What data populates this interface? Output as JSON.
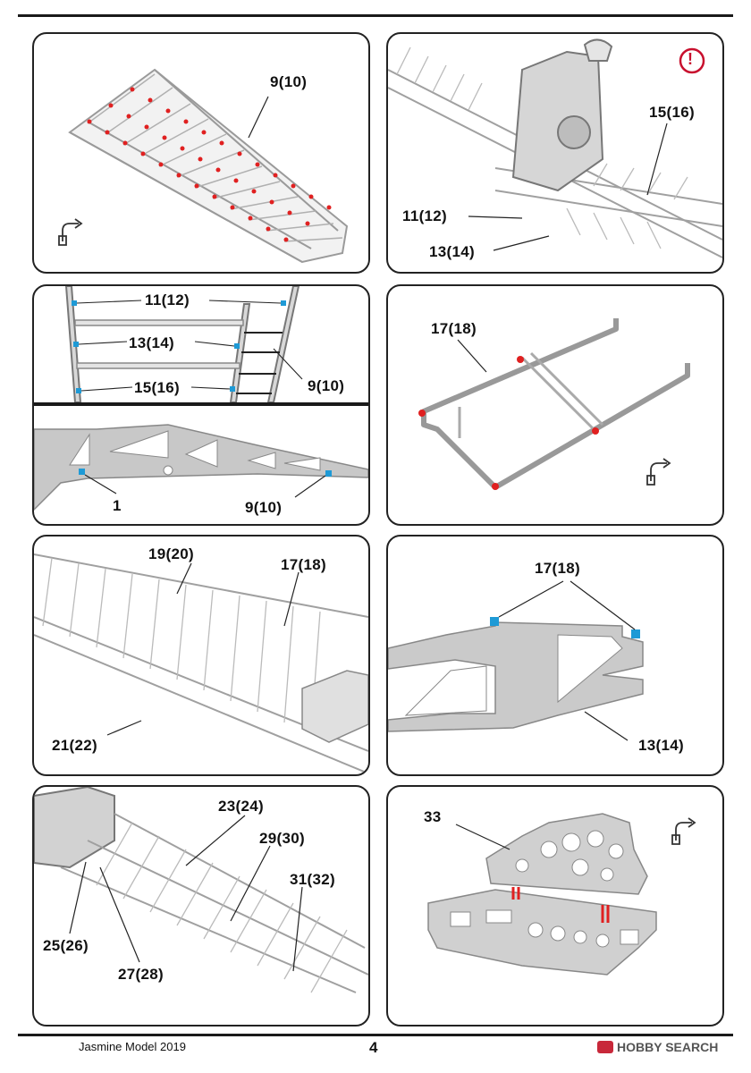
{
  "footer": {
    "left_text": "Jasmine Model 2019",
    "page_number": "4",
    "brand": "HOBBY SEARCH"
  },
  "panels": [
    {
      "id": "p1",
      "labels": [
        "9(10)"
      ]
    },
    {
      "id": "p2",
      "labels": [
        "15(16)",
        "11(12)",
        "13(14)"
      ],
      "warning": "!"
    },
    {
      "id": "p3",
      "labels": [
        "11(12)",
        "13(14)",
        "15(16)",
        "9(10)",
        "1",
        "9(10)"
      ]
    },
    {
      "id": "p4",
      "labels": [
        "17(18)"
      ]
    },
    {
      "id": "p5",
      "labels": [
        "19(20)",
        "17(18)",
        "21(22)"
      ]
    },
    {
      "id": "p6",
      "labels": [
        "17(18)",
        "13(14)"
      ]
    },
    {
      "id": "p7",
      "labels": [
        "23(24)",
        "29(30)",
        "31(32)",
        "25(26)",
        "27(28)"
      ]
    },
    {
      "id": "p8",
      "labels": [
        "33"
      ]
    }
  ],
  "colors": {
    "marker_red": "#e02020",
    "marker_blue": "#1e9ad6",
    "part_gray": "#c8c8c8",
    "frame": "#222222"
  }
}
